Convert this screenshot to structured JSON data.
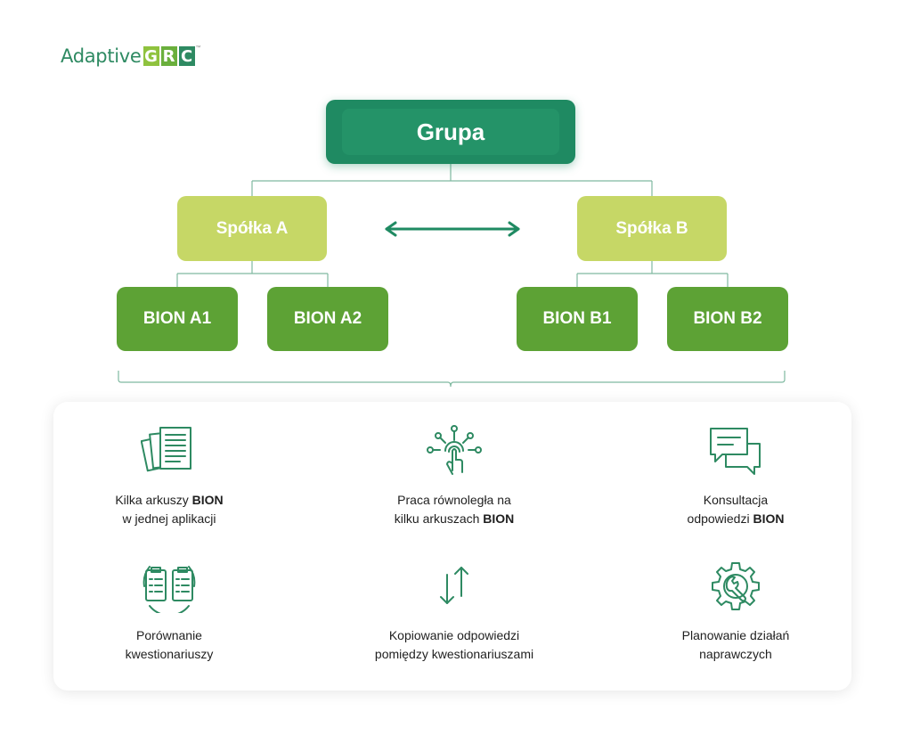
{
  "logo": {
    "word": "Adaptive",
    "letters": [
      "G",
      "R",
      "C"
    ],
    "tm": "™"
  },
  "tree": {
    "root": "Grupa",
    "companies": [
      "Spółka A",
      "Spółka B"
    ],
    "bions": [
      "BION A1",
      "BION A2",
      "BION B1",
      "BION B2"
    ]
  },
  "features": [
    {
      "line1": "Kilka arkuszy ",
      "line1_bold": "BION",
      "line2": "w jednej aplikacji",
      "line2_bold": "",
      "icon": "documents-icon"
    },
    {
      "line1": "Praca równoległa na",
      "line1_bold": "",
      "line2": "kilku arkuszach ",
      "line2_bold": "BION",
      "icon": "touch-network-icon"
    },
    {
      "line1": "Konsultacja",
      "line1_bold": "",
      "line2": "odpowiedzi ",
      "line2_bold": "BION",
      "icon": "chat-bubbles-icon"
    },
    {
      "line1": "Porównanie",
      "line1_bold": "",
      "line2": "kwestionariuszy",
      "line2_bold": "",
      "icon": "compare-clipboards-icon"
    },
    {
      "line1": "Kopiowanie odpowiedzi",
      "line1_bold": "",
      "line2": "pomiędzy kwestionariuszami",
      "line2_bold": "",
      "icon": "arrows-up-down-icon"
    },
    {
      "line1": "Planowanie działań",
      "line1_bold": "",
      "line2": "naprawczych",
      "line2_bold": "",
      "icon": "gear-wrench-icon"
    }
  ],
  "colors": {
    "dark_green": "#1f8a62",
    "lime": "#c6d766",
    "leaf_green": "#5da235",
    "line": "#7fb9a0",
    "icon": "#2e8a62"
  }
}
